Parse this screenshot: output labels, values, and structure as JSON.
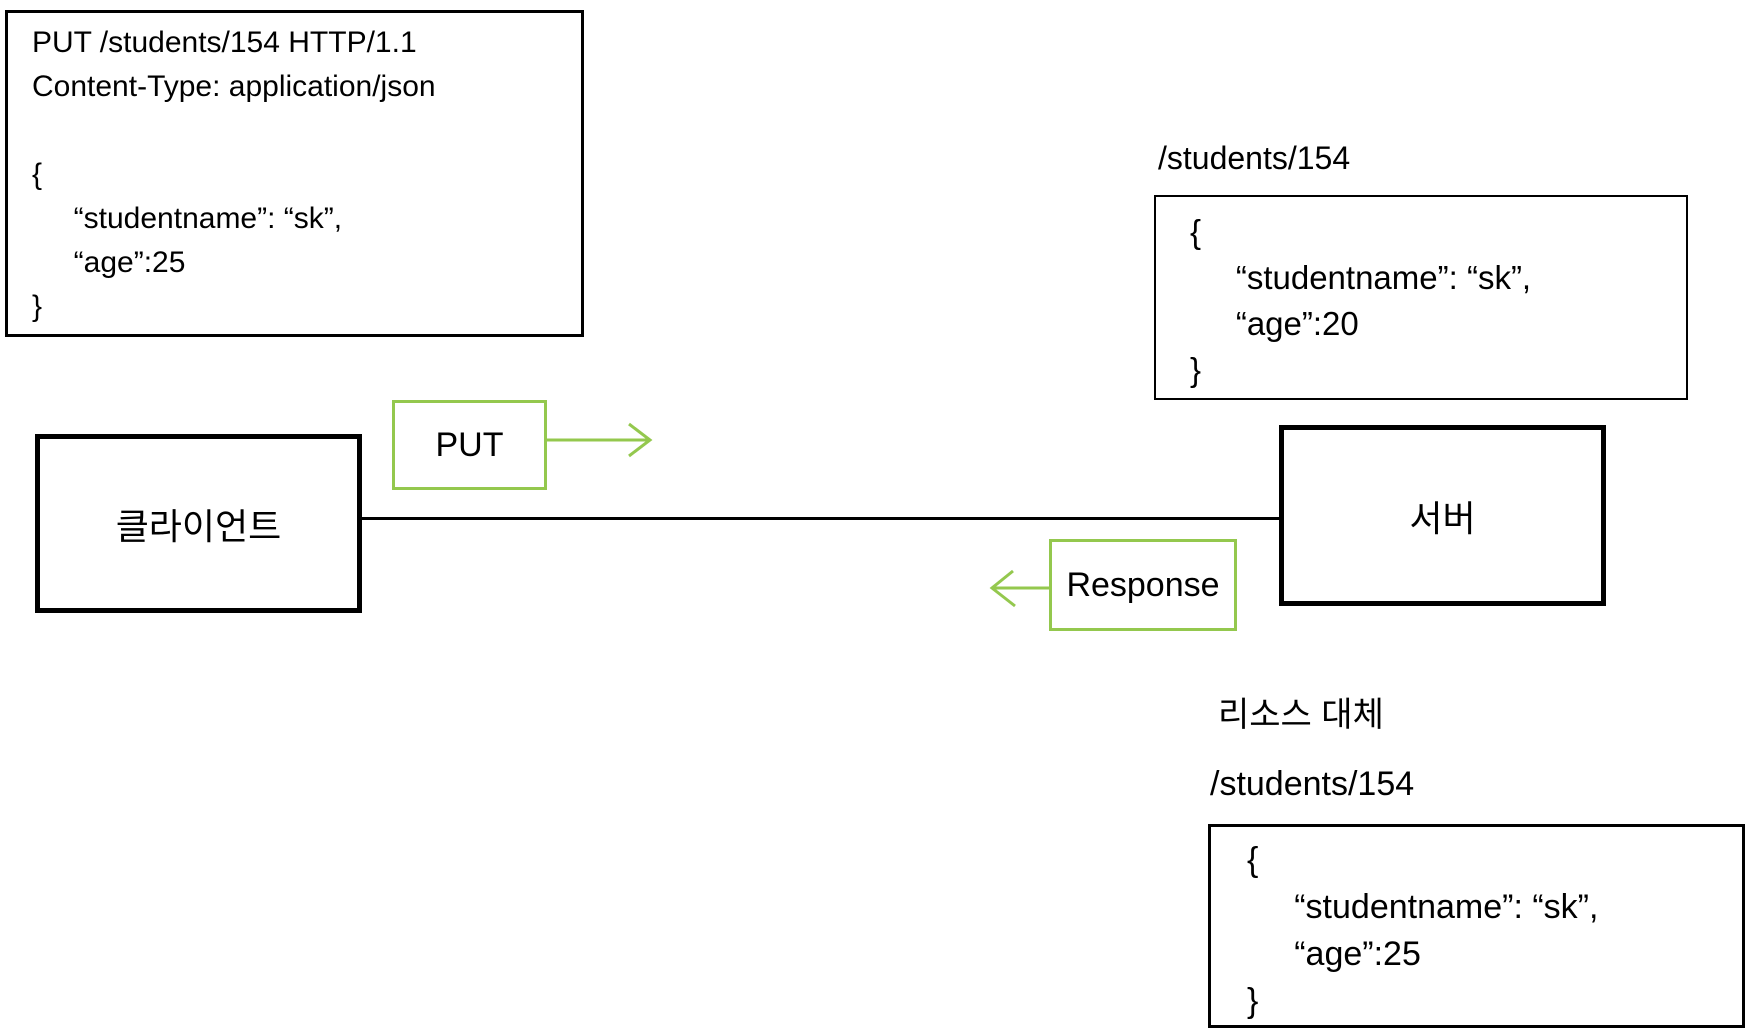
{
  "colors": {
    "accent-green": "#94C84E",
    "ink": "#000000"
  },
  "request_box": {
    "lines": [
      "PUT /students/154 HTTP/1.1",
      "Content-Type: application/json",
      "",
      "{",
      "     “studentname”: “sk”,",
      "     “age”:25",
      "}"
    ]
  },
  "client_box": {
    "label": "클라이언트"
  },
  "server_box": {
    "label": "서버"
  },
  "request_arrow": {
    "label": "PUT"
  },
  "response_arrow": {
    "label": "Response"
  },
  "server_resource": {
    "path_label": "/students/154",
    "json_lines": [
      "{",
      "     “studentname”: “sk”,",
      "     “age”:20",
      "}"
    ]
  },
  "result_resource": {
    "caption": "리소스 대체",
    "path_label": "/students/154",
    "json_lines": [
      "{",
      "     “studentname”: “sk”,",
      "     “age”:25",
      "}"
    ]
  }
}
